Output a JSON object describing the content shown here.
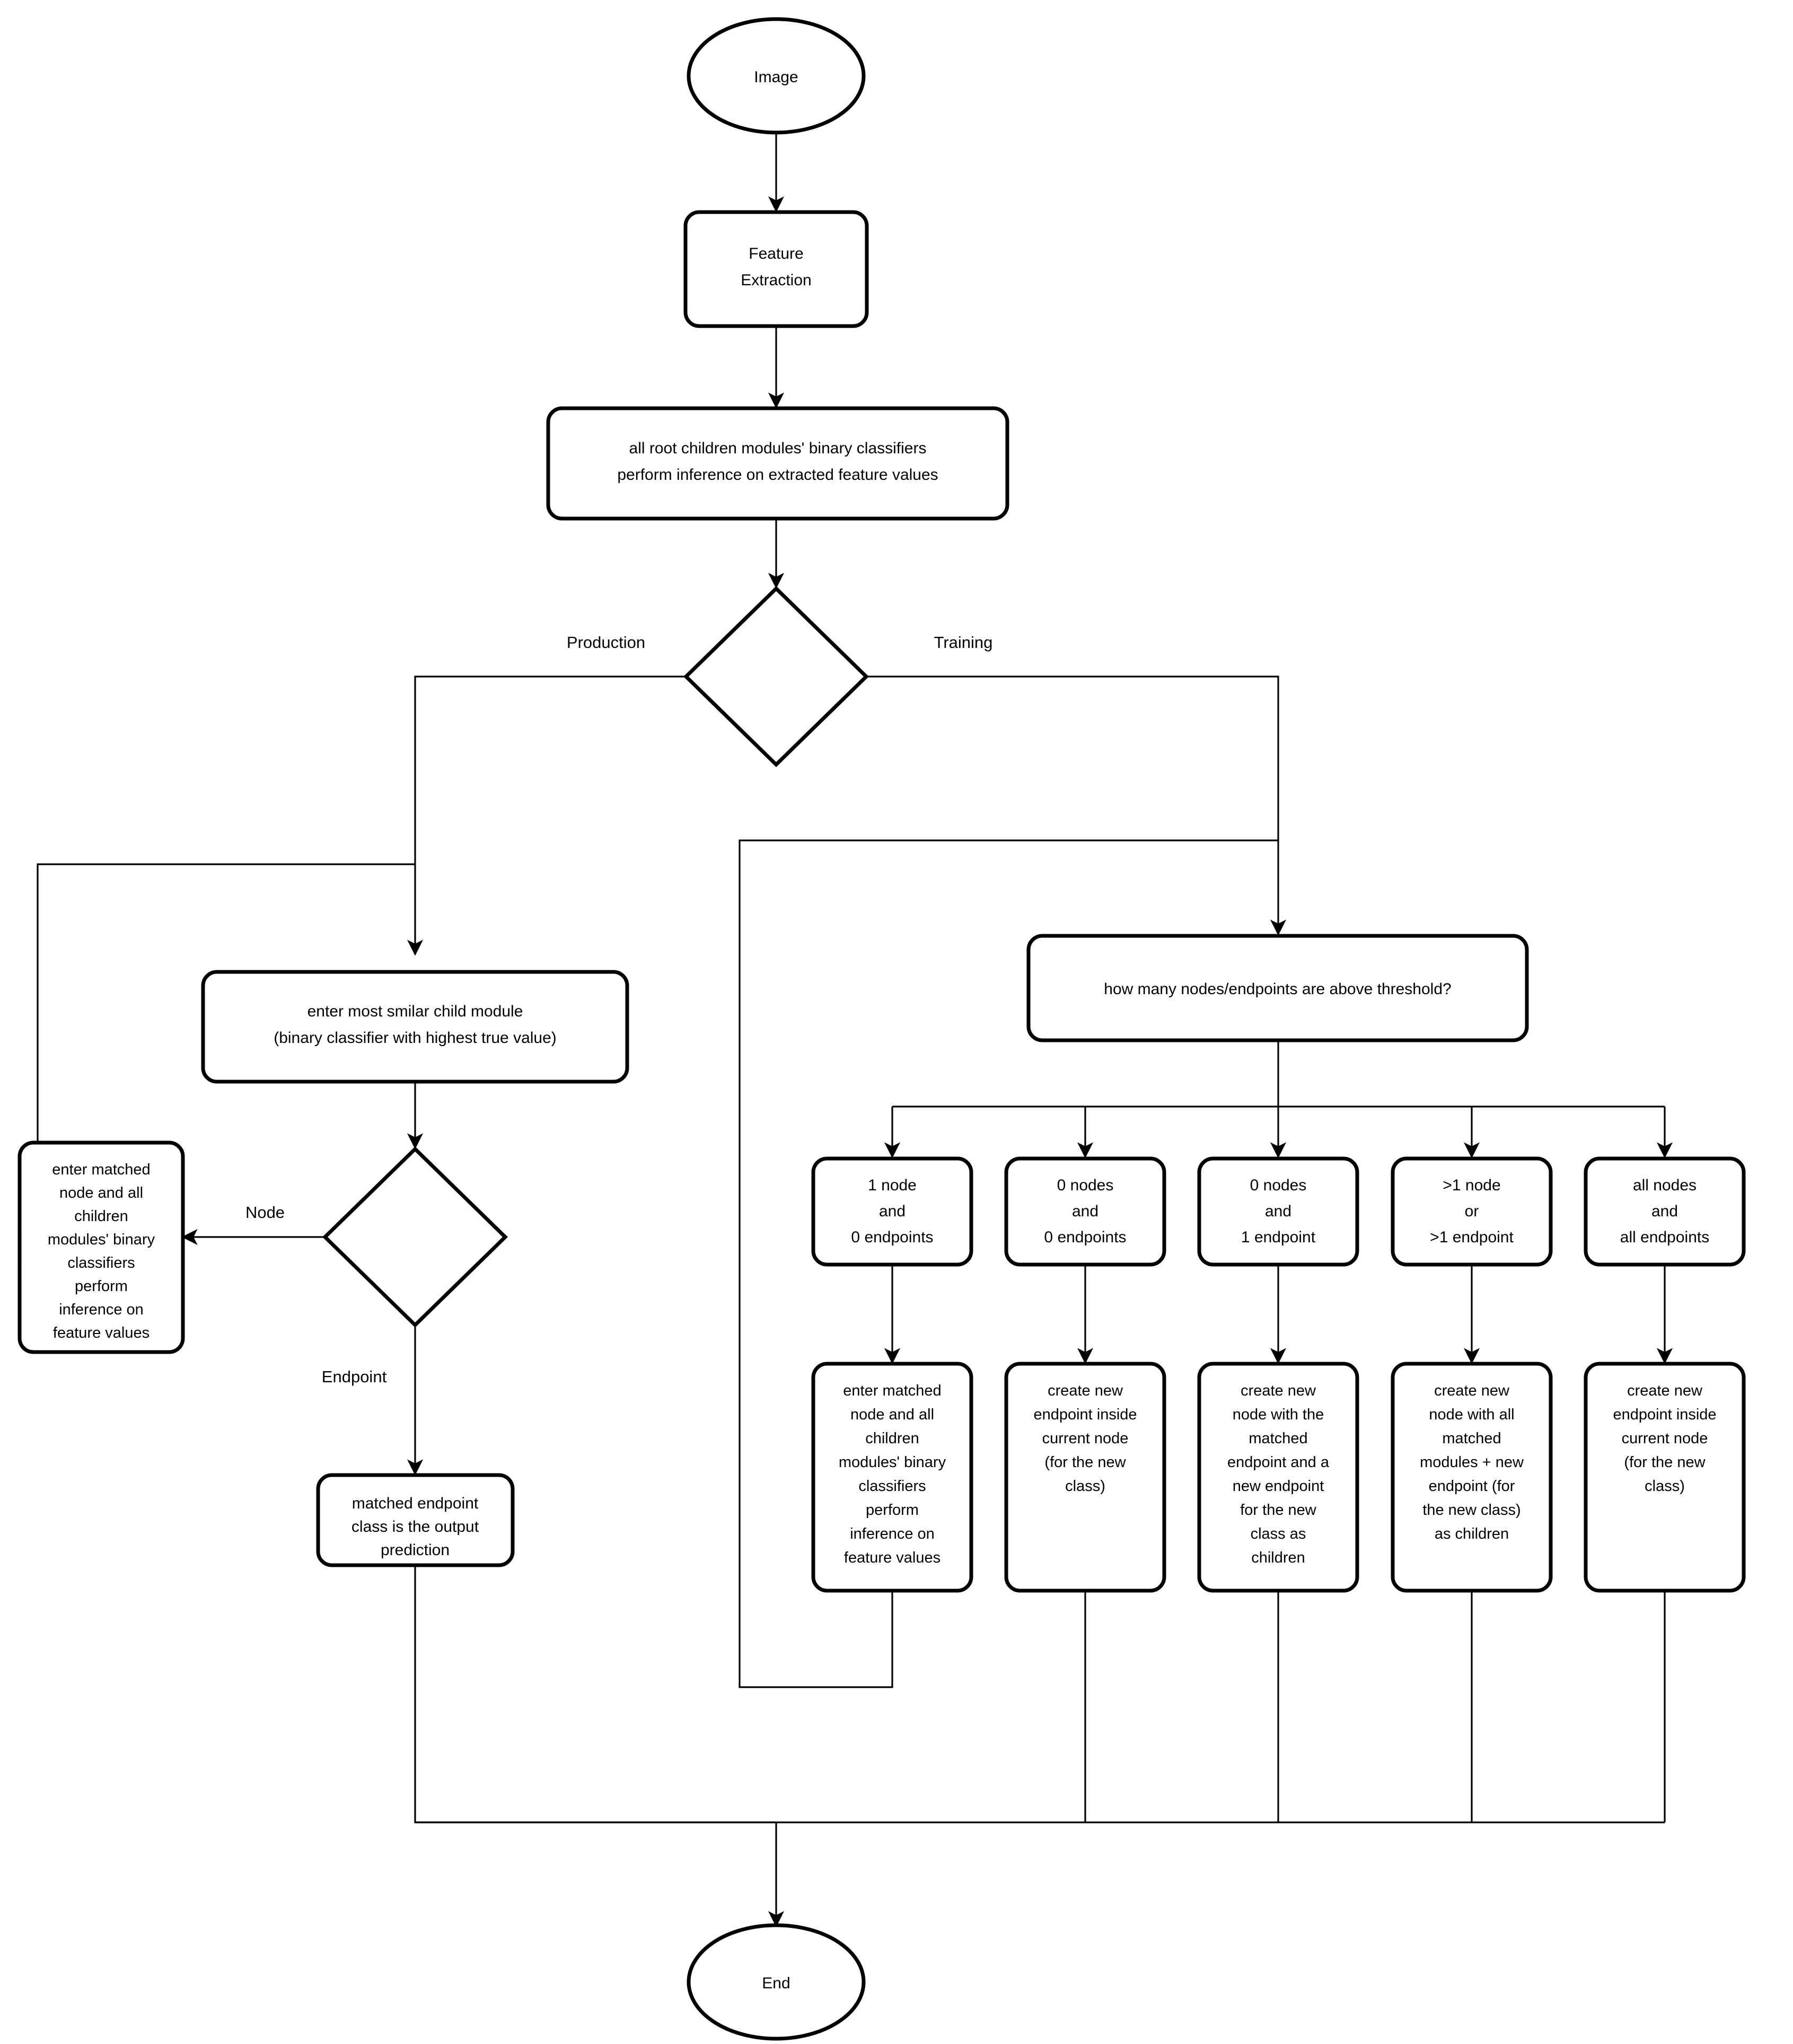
{
  "diagram": {
    "title": "Hierarchical modular classifier inference/training flowchart",
    "colors": {
      "stroke": "#000000",
      "fill": "#ffffff",
      "text": "#000000"
    },
    "nodes": {
      "start": {
        "shape": "ellipse",
        "label": "Image"
      },
      "feature_extraction": {
        "shape": "rounded-rect",
        "line1": "Feature",
        "line2": "Extraction"
      },
      "root_inference": {
        "shape": "rounded-rect",
        "line1": "all root children modules' binary classifiers",
        "line2": "perform inference on extracted feature values"
      },
      "mode_decision": {
        "shape": "diamond",
        "label": ""
      },
      "enter_child_module": {
        "shape": "rounded-rect",
        "line1": "enter most smilar child module",
        "line2": "(binary classifier with highest true value)"
      },
      "node_or_endpoint_decision": {
        "shape": "diamond",
        "label": ""
      },
      "enter_matched_node_prod": {
        "shape": "rounded-rect",
        "lines": [
          "enter matched",
          "node and all",
          "children",
          "modules' binary",
          "classifiers",
          "perform",
          "inference on",
          "feature values"
        ]
      },
      "output_prediction": {
        "shape": "rounded-rect",
        "lines": [
          "matched endpoint",
          "class is the output",
          "prediction"
        ]
      },
      "threshold_question": {
        "shape": "rounded-rect",
        "label": "how many nodes/endpoints are above threshold?"
      },
      "cond_1": {
        "shape": "rounded-rect",
        "lines": [
          "1 node",
          "and",
          "0 endpoints"
        ]
      },
      "cond_2": {
        "shape": "rounded-rect",
        "lines": [
          "0 nodes",
          "and",
          "0 endpoints"
        ]
      },
      "cond_3": {
        "shape": "rounded-rect",
        "lines": [
          "0 nodes",
          "and",
          "1 endpoint"
        ]
      },
      "cond_4": {
        "shape": "rounded-rect",
        "lines": [
          ">1 node",
          "or",
          ">1 endpoint"
        ]
      },
      "cond_5": {
        "shape": "rounded-rect",
        "lines": [
          "all nodes",
          "and",
          "all endpoints"
        ]
      },
      "act_1": {
        "shape": "rounded-rect",
        "lines": [
          "enter matched",
          "node and all",
          "children",
          "modules' binary",
          "classifiers",
          "perform",
          "inference on",
          "feature values"
        ]
      },
      "act_2": {
        "shape": "rounded-rect",
        "lines": [
          "create new",
          "endpoint inside",
          "current node",
          "(for the new",
          "class)"
        ]
      },
      "act_3": {
        "shape": "rounded-rect",
        "lines": [
          "create new",
          "node with the",
          "matched",
          "endpoint and a",
          "new endpoint",
          "for the new",
          "class as",
          "children"
        ]
      },
      "act_4": {
        "shape": "rounded-rect",
        "lines": [
          "create new",
          "node with all",
          "matched",
          "modules + new",
          "endpoint (for",
          "the new class)",
          "as children"
        ]
      },
      "act_5": {
        "shape": "rounded-rect",
        "lines": [
          "create new",
          "endpoint inside",
          "current node",
          "(for the new",
          "class)"
        ]
      },
      "end": {
        "shape": "ellipse",
        "label": "End"
      }
    },
    "edge_labels": {
      "production": "Production",
      "training": "Training",
      "node": "Node",
      "endpoint": "Endpoint"
    }
  }
}
